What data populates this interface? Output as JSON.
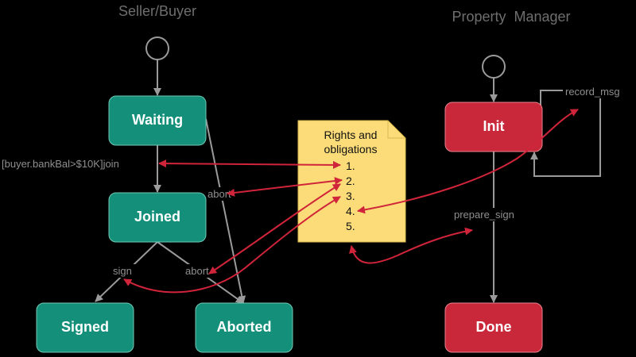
{
  "titles": {
    "left": "Seller/Buyer",
    "right": "Property  Manager"
  },
  "states": {
    "waiting": "Waiting",
    "joined": "Joined",
    "signed": "Signed",
    "aborted": "Aborted",
    "init": "Init",
    "done": "Done"
  },
  "edge_labels": {
    "join": "[buyer.bankBal>$10K]join",
    "abort_waiting": "abort",
    "sign": "sign",
    "abort_joined": "abort",
    "record_msg": "record_msg",
    "prepare_sign": "prepare_sign"
  },
  "document": {
    "title_line1": "Rights and",
    "title_line2": "obligations",
    "items": [
      "1.",
      "2.",
      "3.",
      "4.",
      "5."
    ]
  },
  "colors": {
    "background": "#000000",
    "seller_state": "#14907a",
    "manager_state": "#c9283a",
    "document_fill": "#fbdc78",
    "link_arrow": "#d0243a",
    "transition": "#9a9a9a"
  }
}
